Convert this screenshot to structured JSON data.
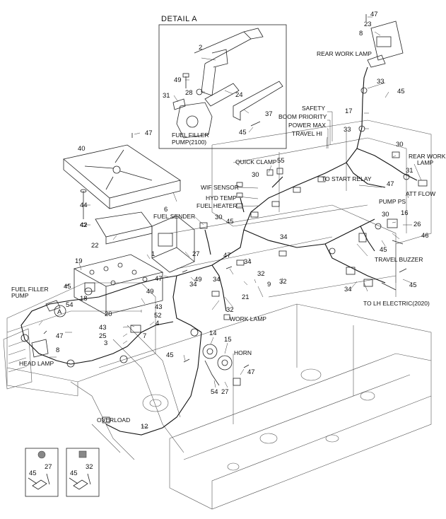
{
  "detail": {
    "title": "DETAIL  A",
    "fuel_filler_pump_label": "FUEL FILLER\nPUMP(2100)"
  },
  "labels": {
    "rear_work_lamp_top": "REAR WORK LAMP",
    "safety": "SAFETY",
    "boom_priority": "BOOM PRIORITY",
    "power_max": "POWER MAX",
    "travel_hi": "TRAVEL HI",
    "quick_clamp": "QUICK CLAMP",
    "rear_work_lamp_side_1": "REAR WORK",
    "rear_work_lamp_side_2": "LAMP",
    "wif_sensor": "WIF SENSOR",
    "hyd_temp": "HYD TEMP",
    "fuel_heater": "FUEL HEATER",
    "to_start_relay": "TO START RELAY",
    "att_flow": "ATT FLOW",
    "pump_ps": "PUMP PS",
    "fuel_sender": "FUEL SENDER",
    "travel_buzzer": "TRAVEL BUZZER",
    "fuel_filler_pump_1": "FUEL FILLER",
    "fuel_filler_pump_2": "PUMP",
    "to_lh_electric": "TO LH ELECTRIC(2020)",
    "work_lamp": "WORK LAMP",
    "horn": "HORN",
    "head_lamp": "HEAD LAMP",
    "overload": "OVERLOAD",
    "circle_a": "A"
  },
  "part_numbers": {
    "n2": "2",
    "n49a": "49",
    "n28": "28",
    "n24": "24",
    "n31a": "31",
    "n37": "37",
    "n45a": "45",
    "n47a": "47",
    "n23": "23",
    "n8a": "8",
    "n33a": "33",
    "n45b": "45",
    "n17": "17",
    "n33b": "33",
    "n47b": "47",
    "n40": "40",
    "n30a": "30",
    "n55": "55",
    "n30b": "30",
    "n31b": "31",
    "n47c": "47",
    "n44": "44",
    "n42": "42",
    "n6": "6",
    "n30c": "30",
    "n45c": "45",
    "n34a": "34",
    "n30d": "30",
    "n16": "16",
    "n26": "26",
    "n46": "46",
    "n22": "22",
    "n1": "1",
    "n27a": "27",
    "n45d": "45",
    "n19": "19",
    "n47d": "47",
    "n34b": "34",
    "n32a": "32",
    "n45e": "45",
    "n18": "18",
    "n47e": "47",
    "n49b": "49",
    "n34c": "34",
    "n34d": "34",
    "n9": "9",
    "n32b": "32",
    "n34e": "34",
    "n45f": "45",
    "n54a": "54",
    "n20": "20",
    "n43a": "43",
    "n52": "52",
    "n21": "21",
    "n32c": "32",
    "n43b": "43",
    "n4": "4",
    "n25": "25",
    "n7": "7",
    "n3": "3",
    "n47f": "47",
    "n14": "14",
    "n15": "15",
    "n8b": "8",
    "n45g": "45",
    "n47g": "47",
    "n54b": "54",
    "n27b": "27",
    "n12": "12",
    "n45h": "45",
    "n27c": "27",
    "n45i": "45",
    "n32d": "32"
  }
}
